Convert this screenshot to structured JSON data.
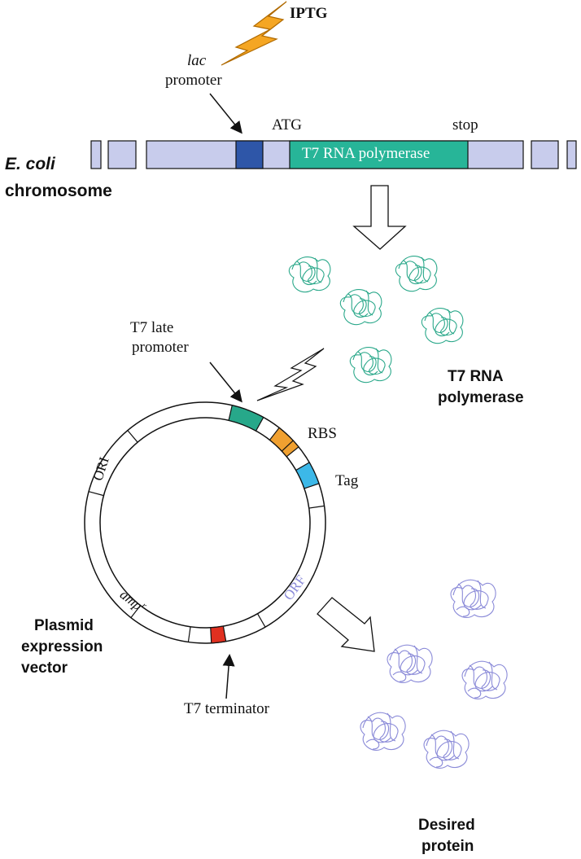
{
  "labels": {
    "iptg": "IPTG",
    "lac_italic": "lac",
    "lac_promoter": "promoter",
    "atg": "ATG",
    "stop": "stop",
    "t7_rna_polymerase_gene": "T7 RNA polymerase",
    "ecoli_italic": "E. coli",
    "chromosome": "chromosome",
    "t7_late": "T7 late",
    "t7_late_promoter": "promoter",
    "t7_rna": "T7 RNA",
    "polymerase": "polymerase",
    "rbs": "RBS",
    "tag": "Tag",
    "ori": "ORI",
    "orf": "ORF",
    "amp": "amp",
    "amp_sup": "r",
    "plasmid": "Plasmid",
    "expression": "expression",
    "vector": "vector",
    "t7_terminator": "T7 terminator",
    "desired": "Desired",
    "protein": "protein"
  },
  "colors": {
    "chromosome_block": "#c8ccec",
    "lac_promoter_block": "#2e56a8",
    "t7_gene_block": "#27b598",
    "lightning": "#f5a623",
    "t7_late_promoter": "#27a88a",
    "rbs": "#f0a030",
    "tag": "#3cb8e8",
    "t7_terminator": "#e03020",
    "polymerase_scribble": "#2aa88a",
    "protein_scribble": "#8a8ad8",
    "orf_text": "#8a8ad8"
  }
}
